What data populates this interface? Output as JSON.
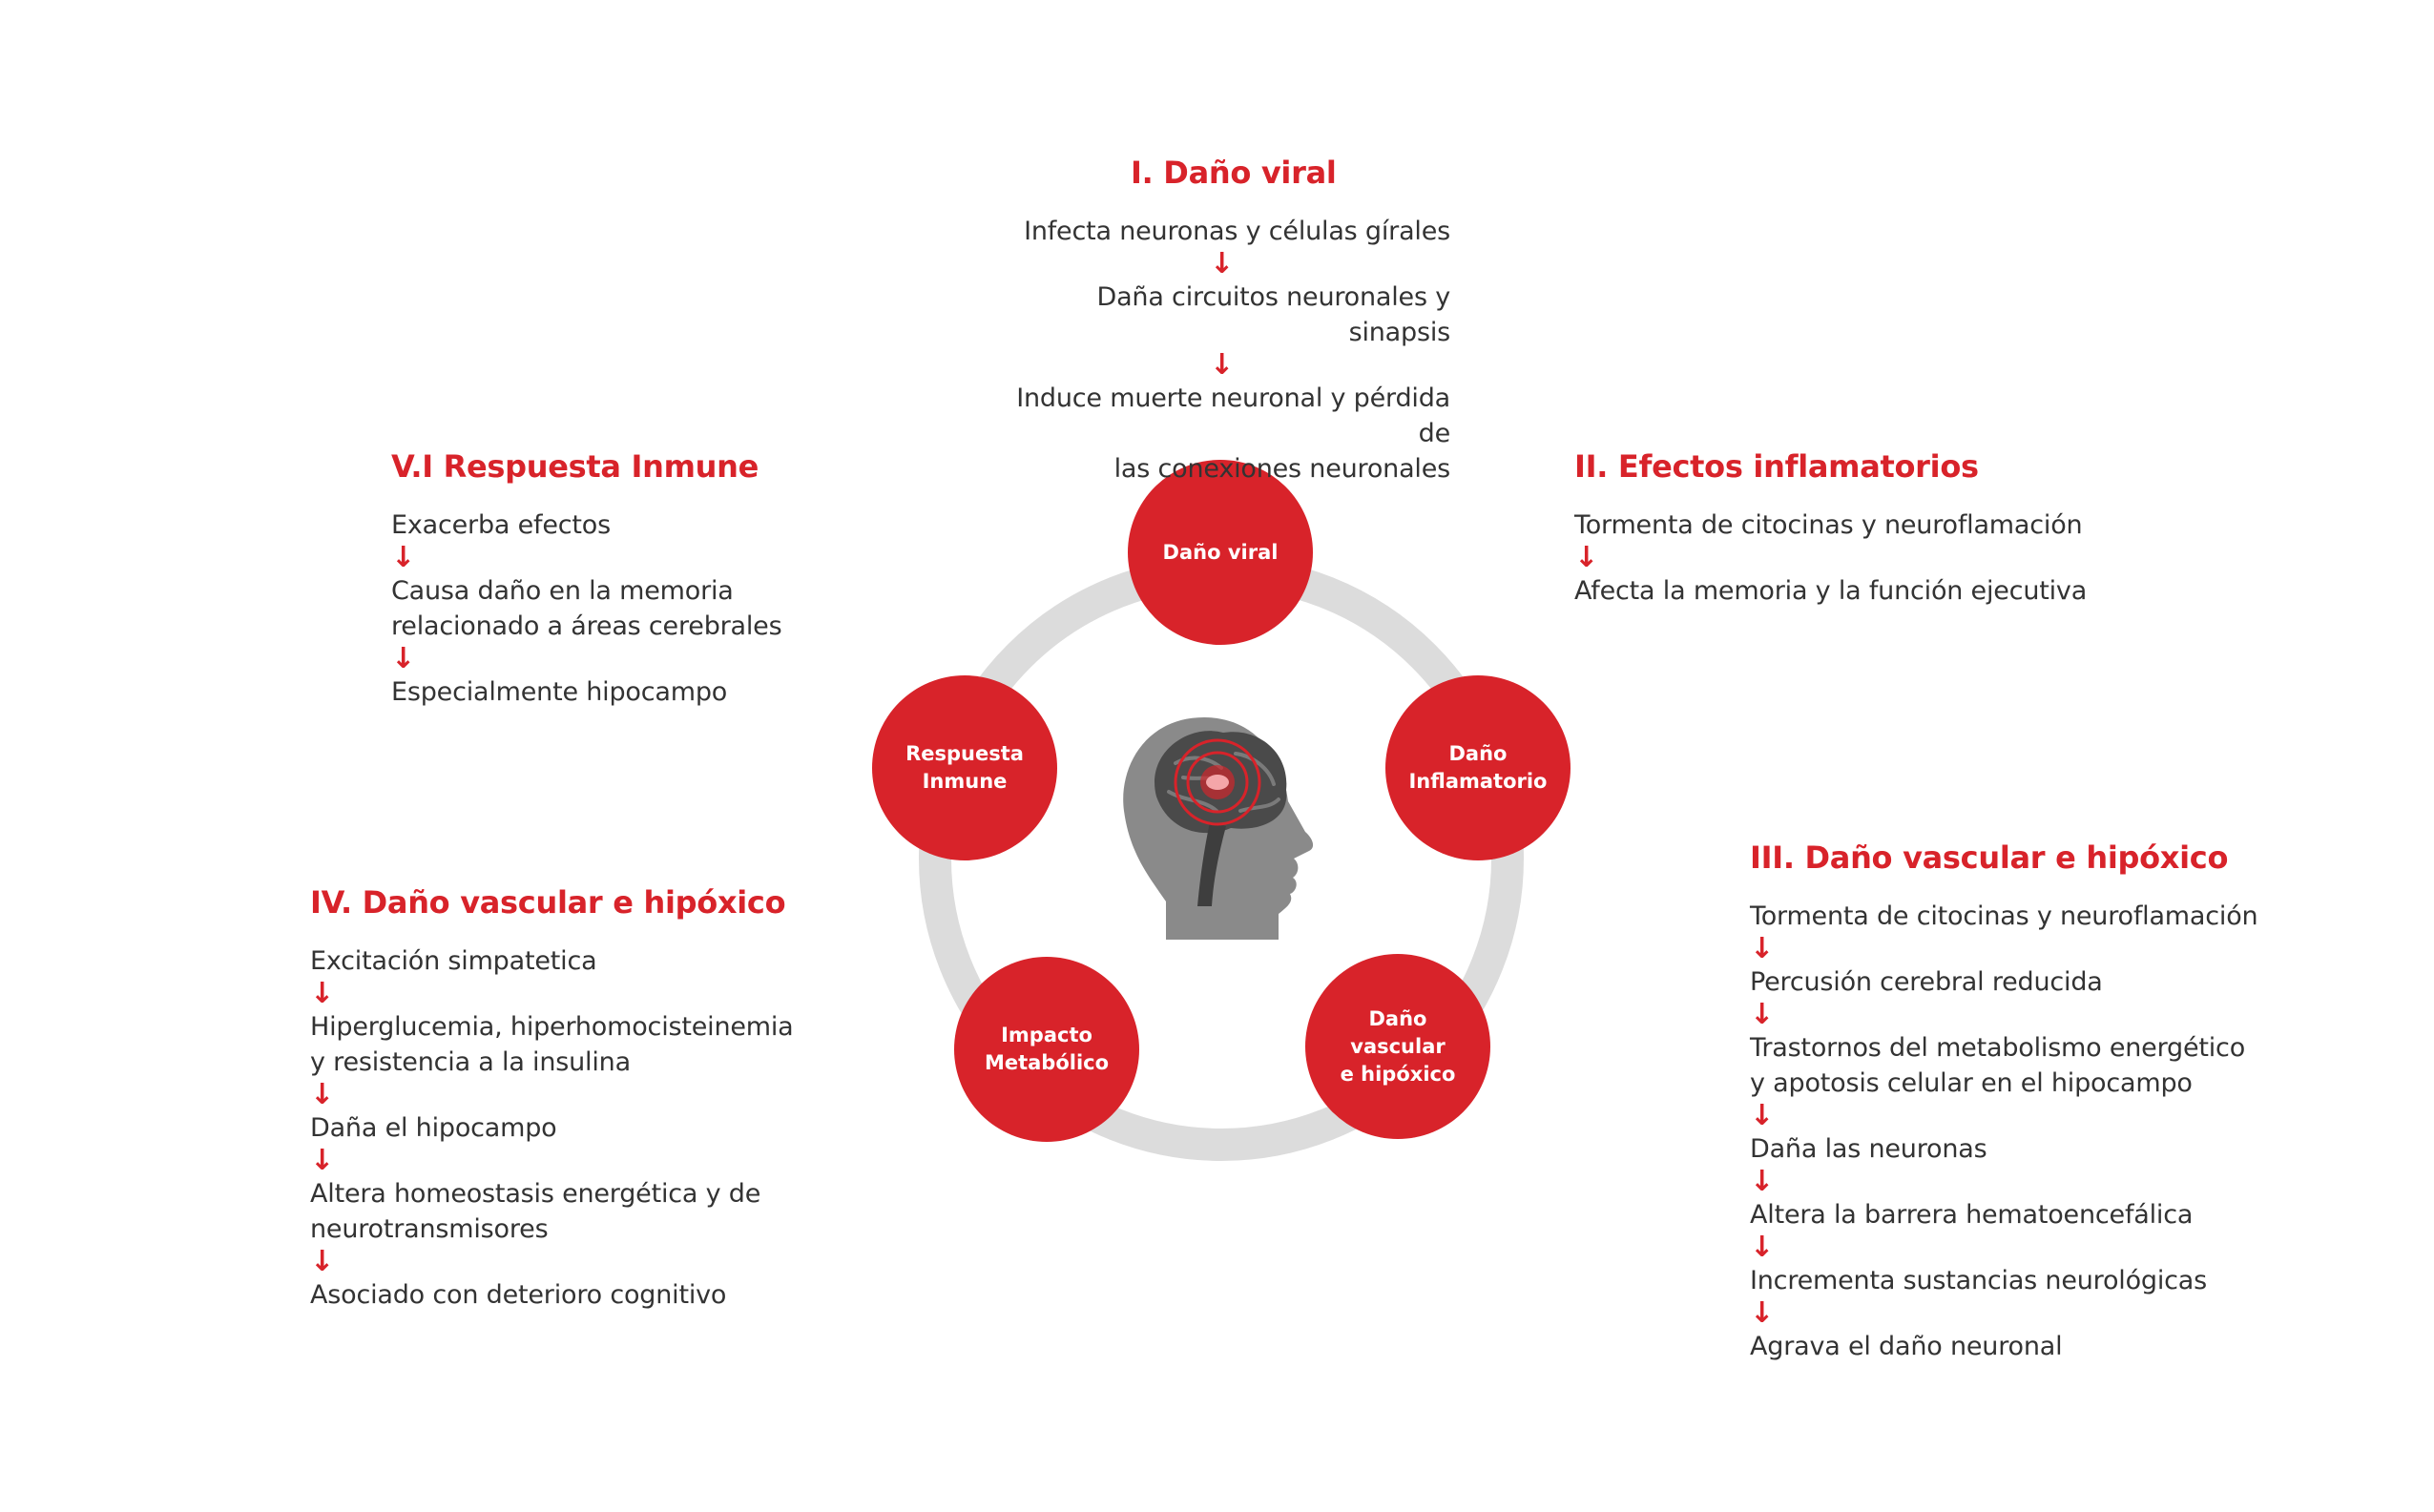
{
  "colors": {
    "accent": "#d8232a",
    "ring": "#dcdcdc",
    "head": "#8a8a8a",
    "text": "#333333"
  },
  "sections": {
    "viral": {
      "title": "I. Daño viral",
      "steps": [
        "Infecta neuronas y células gírales",
        "Daña circuitos neuronales y sinapsis",
        "Induce muerte neuronal y pérdida de\nlas conexiones neuronales"
      ]
    },
    "inflammatory": {
      "title": "II. Efectos inflamatorios",
      "steps": [
        "Tormenta de citocinas y neuroflamación",
        "Afecta la memoria y la función ejecutiva"
      ]
    },
    "vascular_right": {
      "title": "III. Daño vascular e hipóxico",
      "steps": [
        "Tormenta de citocinas y neuroflamación",
        "Percusión cerebral reducida",
        "Trastornos del metabolismo energético\ny apotosis celular en el hipocampo",
        "Daña las neuronas",
        "Altera la barrera hematoencefálica",
        "Incrementa sustancias neurológicas",
        "Agrava el daño neuronal"
      ]
    },
    "vascular_left": {
      "title": "IV. Daño vascular e hipóxico",
      "steps": [
        "Excitación simpatetica",
        "Hiperglucemia, hiperhomocisteinemia\ny resistencia a la insulina",
        "Daña el hipocampo",
        "Altera homeostasis energética y de\nneurotransmisores",
        "Asociado con deterioro cognitivo"
      ]
    },
    "immune": {
      "title": "V.I Respuesta Inmune",
      "steps": [
        "Exacerba efectos",
        "Causa daño en la memoria\nrelacionado a áreas cerebrales",
        "Especialmente hipocampo"
      ]
    }
  },
  "arrow_glyph": "↓",
  "nodes": {
    "viral": "Daño viral",
    "inflammatory": "Daño\nInflamatorio",
    "vascular": "Daño vascular\ne hipóxico",
    "metabolic": "Impacto\nMetabólico",
    "immune": "Respuesta\nInmune"
  },
  "center_icon": "brain-head-icon"
}
